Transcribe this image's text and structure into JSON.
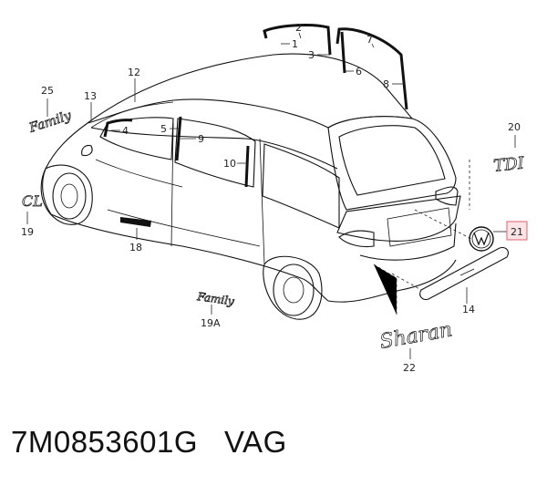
{
  "callouts": {
    "c1": "1",
    "c2": "2",
    "c3": "3",
    "c4": "4",
    "c5": "5",
    "c6": "6",
    "c7": "7",
    "c8": "8",
    "c9": "9",
    "c10": "10",
    "c12": "12",
    "c13": "13",
    "c14": "14",
    "c18": "18",
    "c19": "19",
    "c19a": "19A",
    "c20": "20",
    "c21": "21",
    "c22": "22",
    "c25": "25"
  },
  "badges": {
    "family_rear": "Family",
    "family_side": "Family",
    "cl": "CL",
    "tdi": "TDI",
    "sharan": "Sharan"
  },
  "caption": {
    "part_number": "7M0853601G",
    "brand": "VAG"
  },
  "colors": {
    "highlight_fill": "#fde4e6",
    "highlight_stroke": "#e06070"
  }
}
